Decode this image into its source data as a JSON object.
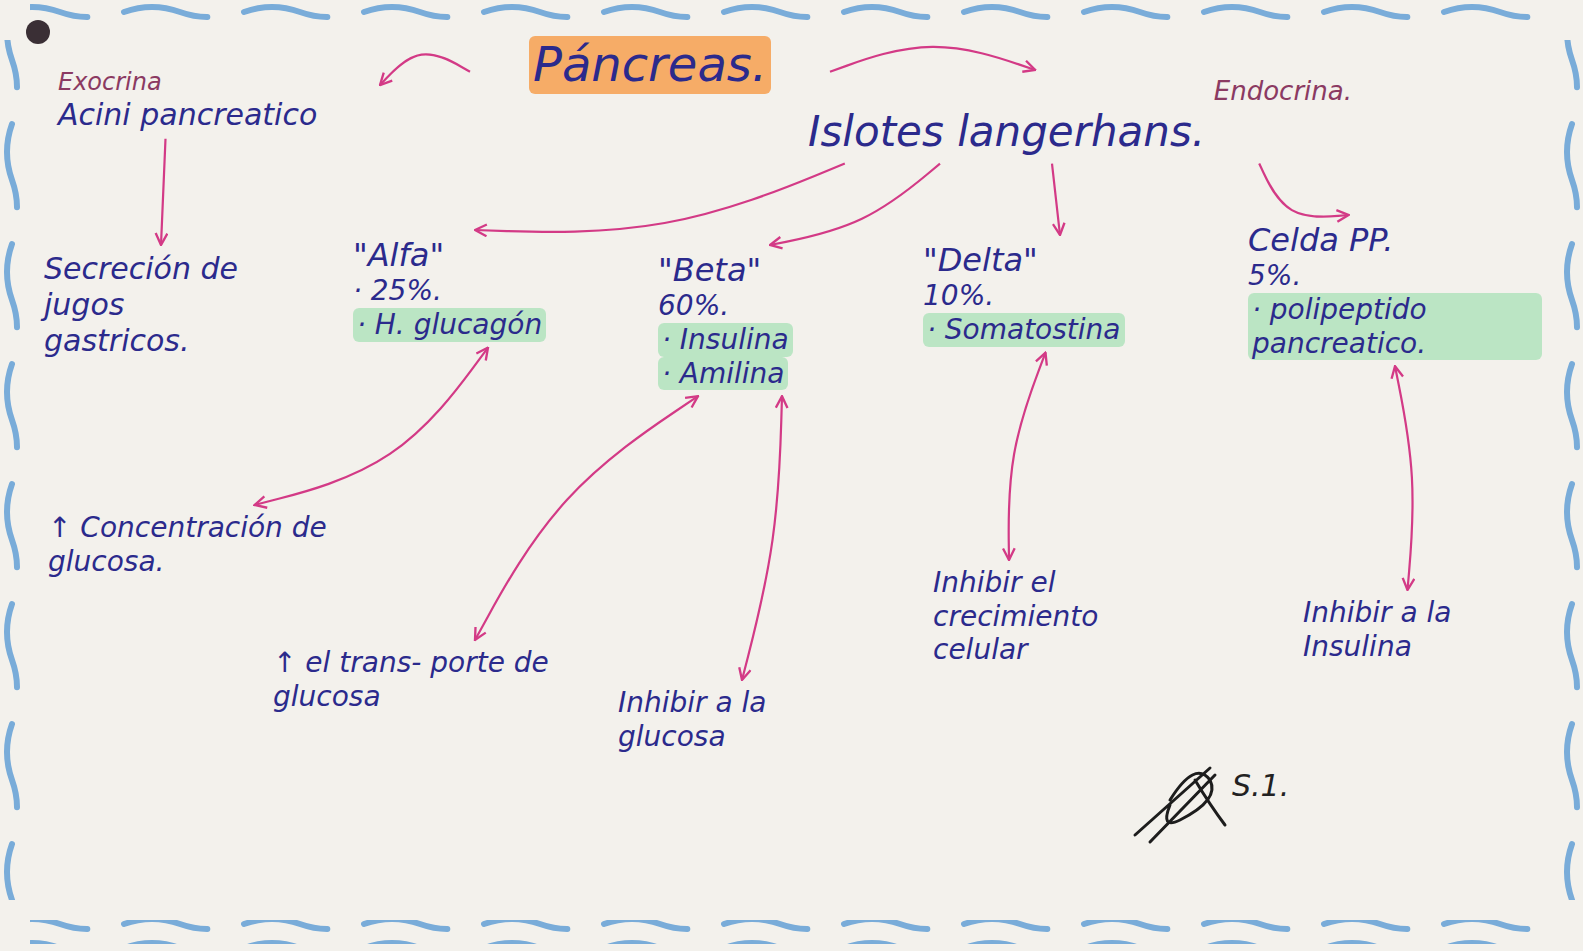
{
  "diagram": {
    "nodes": [
      {
        "text": [
          "Páncreas."
        ]
      },
      {
        "text": [
          "Exocrina",
          "Acini pancreatico"
        ]
      },
      {
        "text": [
          "Endocrina.",
          "Islotes langerhans."
        ]
      },
      {
        "text": [
          "Secreción de jugos gastricos."
        ]
      },
      {
        "text": [
          "\"Alfa\"",
          "· 25%.",
          "· H. glucagón"
        ]
      },
      {
        "text": [
          "\"Beta\"",
          "60%.",
          "· Insulina",
          "· Amilina"
        ]
      },
      {
        "text": [
          "\"Delta\"",
          "10%.",
          "· Somatostina"
        ]
      },
      {
        "text": [
          "Celda PP.",
          "5%.",
          "· polipeptido pancreatico."
        ]
      },
      {
        "text": [
          "↑ Concentración de glucosa."
        ]
      },
      {
        "text": [
          "↑ el trans- porte de glucosa"
        ]
      },
      {
        "text": [
          "Inhibir a la glucosa"
        ]
      },
      {
        "text": [
          "Inhibir el crecimiento celular"
        ]
      },
      {
        "text": [
          "Inhibir a la Insulina"
        ]
      }
    ],
    "edges": [
      {
        "from": 0,
        "to": 1,
        "arrow": "to"
      },
      {
        "from": 0,
        "to": 2,
        "arrow": "to"
      },
      {
        "from": 1,
        "to": 3,
        "arrow": "to"
      },
      {
        "from": 2,
        "to": 4,
        "arrow": "to"
      },
      {
        "from": 2,
        "to": 5,
        "arrow": "to"
      },
      {
        "from": 2,
        "to": 6,
        "arrow": "to"
      },
      {
        "from": 2,
        "to": 7,
        "arrow": "to"
      },
      {
        "from": 4,
        "to": 8,
        "arrow": "both"
      },
      {
        "from": 5,
        "to": 9,
        "arrow": "both"
      },
      {
        "from": 5,
        "to": 10,
        "arrow": "both"
      },
      {
        "from": 6,
        "to": 11,
        "arrow": "both"
      },
      {
        "from": 7,
        "to": 12,
        "arrow": "both"
      }
    ],
    "labels": [
      "S.1."
    ]
  }
}
